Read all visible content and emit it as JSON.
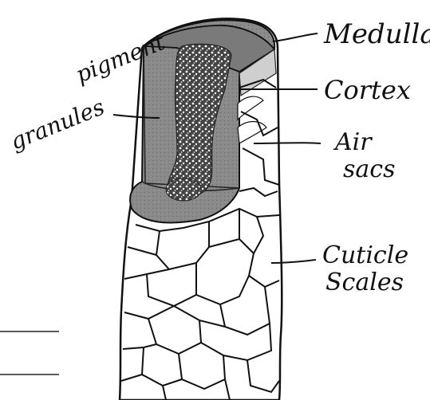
{
  "labels": {
    "medulla": "Medulla",
    "cortex": "Cortex",
    "air_sacs_line1": "Air",
    "air_sacs_line2": "sacs",
    "cuticle_line1": "Cuticle",
    "cuticle_line2": "Scales",
    "pigment_line1": "pigment",
    "pigment_line2": "granules"
  },
  "colors": {
    "ink": "#111111",
    "cortex_fill": "#8a8a8a",
    "medulla_fill": "#6d6d6d",
    "cap_fill": "#7a7a7a",
    "paper": "#ffffff"
  }
}
